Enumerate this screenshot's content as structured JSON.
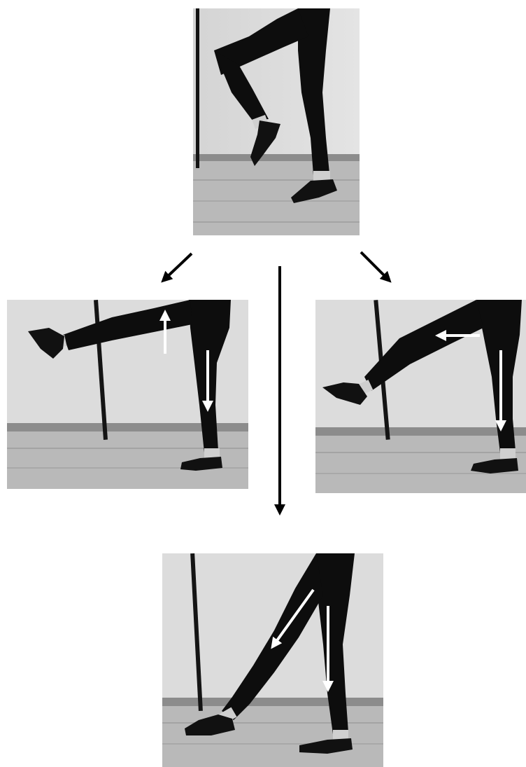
{
  "figure": {
    "panels": [
      {
        "id": "start",
        "description_key": "knee-raised"
      },
      {
        "id": "left",
        "description_key": "leg-extended-front"
      },
      {
        "id": "right",
        "description_key": "leg-extended-back"
      },
      {
        "id": "bottom",
        "description_key": "stride-landing"
      }
    ],
    "colors": {
      "wall": "#dcdcdc",
      "wall_light": "#e6e6e6",
      "floor": "#b9b9b9",
      "floor_line": "#a3a3a3",
      "baseboard": "#8c8c8c",
      "pole": "#141414",
      "leggings": "#0d0d0d",
      "skin": "#cfcfcf",
      "shoe": "#111111",
      "motion_arrow": "#ffffff",
      "flow_arrow": "#000000"
    }
  }
}
